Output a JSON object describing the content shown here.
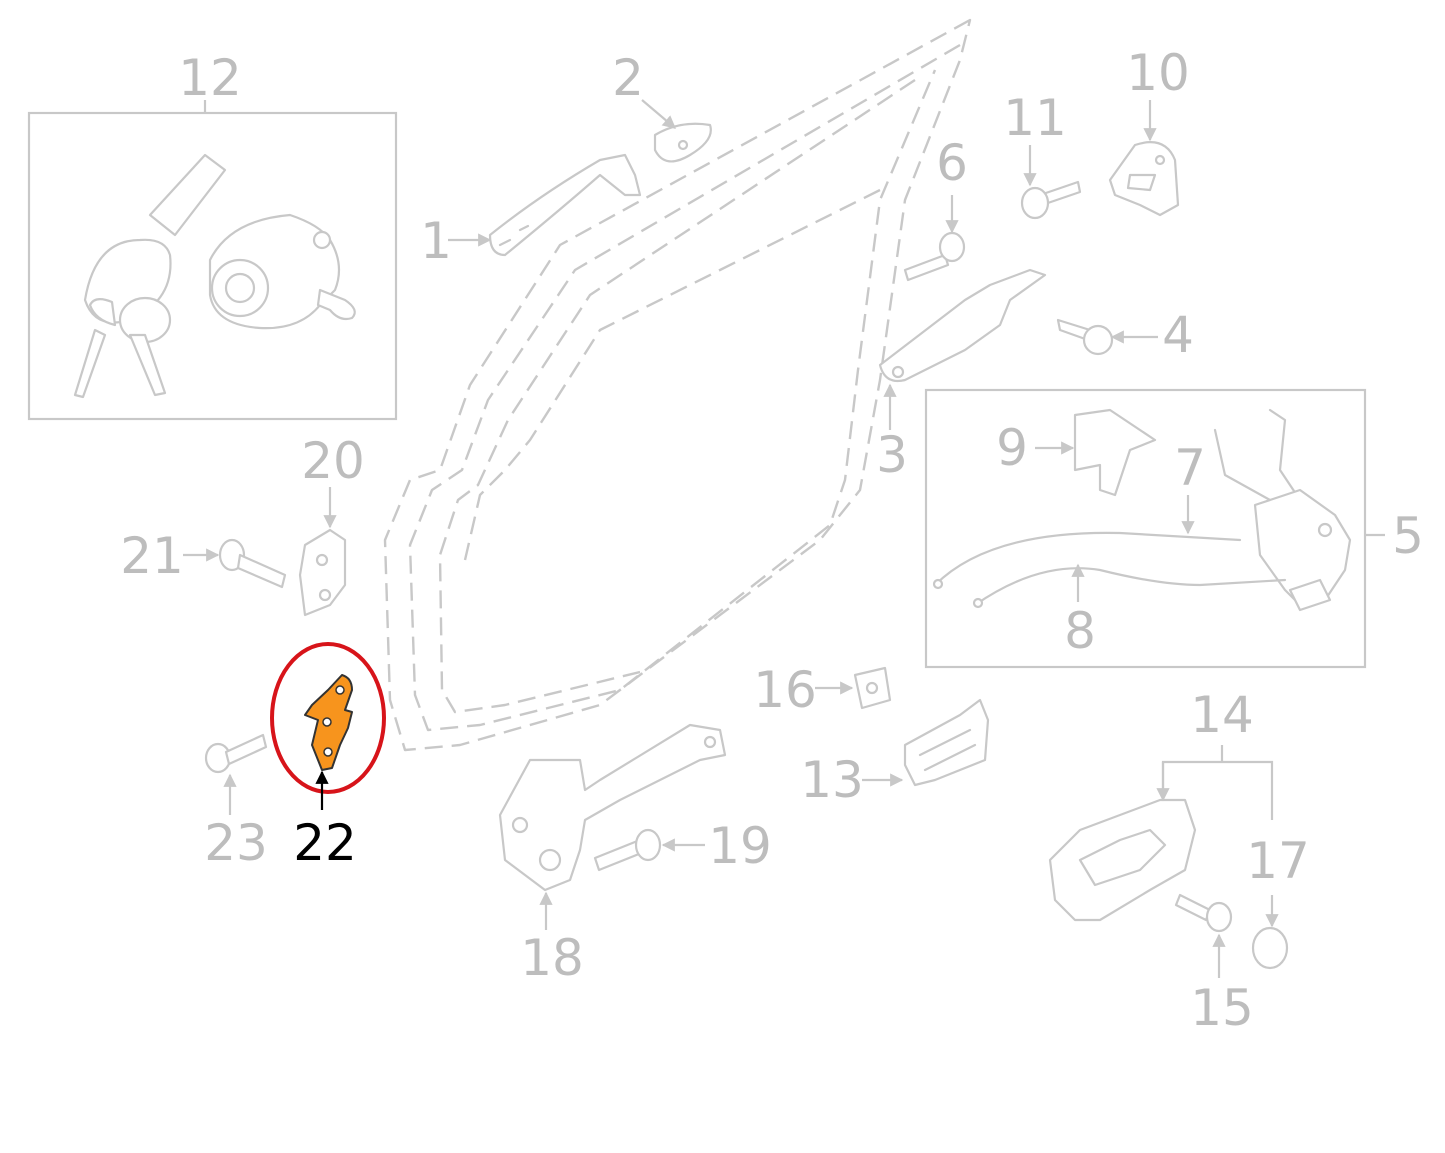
{
  "diagram": {
    "callouts": [
      {
        "id": "c1",
        "label": "1"
      },
      {
        "id": "c2",
        "label": "2"
      },
      {
        "id": "c3",
        "label": "3"
      },
      {
        "id": "c4",
        "label": "4"
      },
      {
        "id": "c5",
        "label": "5"
      },
      {
        "id": "c6",
        "label": "6"
      },
      {
        "id": "c7",
        "label": "7"
      },
      {
        "id": "c8",
        "label": "8"
      },
      {
        "id": "c9",
        "label": "9"
      },
      {
        "id": "c10",
        "label": "10"
      },
      {
        "id": "c11",
        "label": "11"
      },
      {
        "id": "c12",
        "label": "12"
      },
      {
        "id": "c13",
        "label": "13"
      },
      {
        "id": "c14",
        "label": "14"
      },
      {
        "id": "c15",
        "label": "15"
      },
      {
        "id": "c16",
        "label": "16"
      },
      {
        "id": "c17",
        "label": "17"
      },
      {
        "id": "c18",
        "label": "18"
      },
      {
        "id": "c19",
        "label": "19"
      },
      {
        "id": "c20",
        "label": "20"
      },
      {
        "id": "c21",
        "label": "21"
      },
      {
        "id": "c22",
        "label": "22"
      },
      {
        "id": "c23",
        "label": "23"
      }
    ],
    "highlight": {
      "part_label": "22",
      "part_color": "#f7941d",
      "ring_color": "#d7141a"
    },
    "colors": {
      "muted_line": "#c8c8c8",
      "muted_text": "#bdbdbd",
      "active_text": "#000000"
    }
  }
}
